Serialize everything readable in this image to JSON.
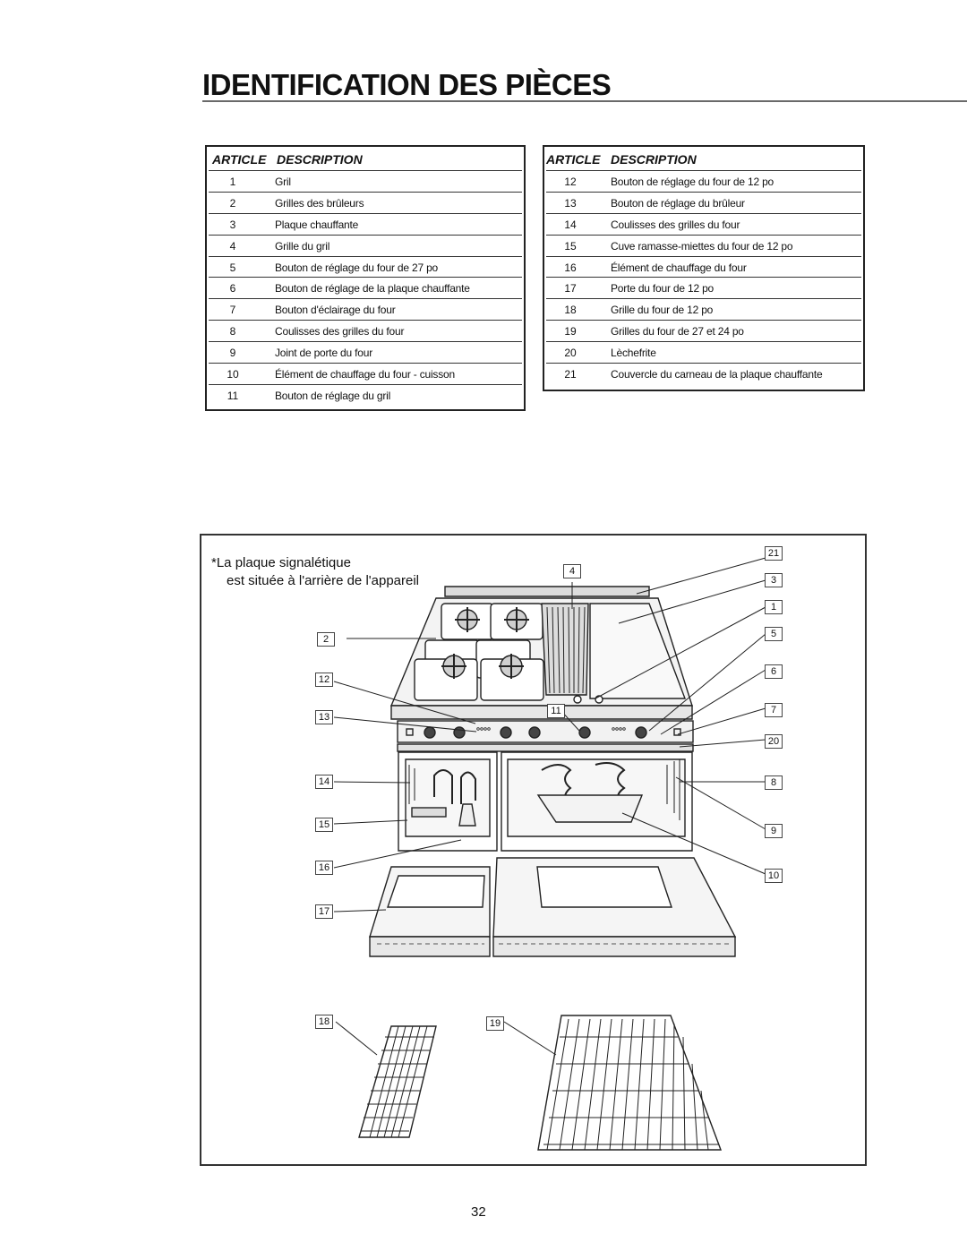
{
  "page": {
    "title": "IDENTIFICATION DES PIÈCES",
    "page_number": "32"
  },
  "tables": {
    "header_article": "ARTICLE",
    "header_description": "DESCRIPTION",
    "left": [
      {
        "num": "1",
        "desc": "Gril"
      },
      {
        "num": "2",
        "desc": "Grilles des brûleurs"
      },
      {
        "num": "3",
        "desc": "Plaque chauffante"
      },
      {
        "num": "4",
        "desc": "Grille  du gril"
      },
      {
        "num": "5",
        "desc": "Bouton de réglage du four de 27 po"
      },
      {
        "num": "6",
        "desc": "Bouton de réglage de la plaque chauffante"
      },
      {
        "num": "7",
        "desc": "Bouton d'éclairage du four"
      },
      {
        "num": "8",
        "desc": "Coulisses des grilles du four"
      },
      {
        "num": "9",
        "desc": "Joint de porte du four"
      },
      {
        "num": "10",
        "desc": "Élément de chauffage du four - cuisson"
      },
      {
        "num": "11",
        "desc": "Bouton de réglage du gril"
      }
    ],
    "right": [
      {
        "num": "12",
        "desc": "Bouton de réglage du four de 12 po"
      },
      {
        "num": "13",
        "desc": "Bouton de réglage du brûleur"
      },
      {
        "num": "14",
        "desc": "Coulisses des grilles du four"
      },
      {
        "num": "15",
        "desc": "Cuve ramasse-miettes du four de 12 po"
      },
      {
        "num": "16",
        "desc": "Élément de chauffage du four"
      },
      {
        "num": "17",
        "desc": "Porte du four de 12 po"
      },
      {
        "num": "18",
        "desc": "Grille du four de 12 po"
      },
      {
        "num": "19",
        "desc": "Grilles du four de 27 et 24 po"
      },
      {
        "num": "20",
        "desc": "Lèchefrite"
      },
      {
        "num": "21",
        "desc": "Couvercle du carneau de la plaque chauffante"
      }
    ]
  },
  "figure": {
    "note_line1": "*La plaque signalétique",
    "note_line2": "est située à l'arrière de l'appareil",
    "callouts": {
      "c1": "1",
      "c2": "2",
      "c3": "3",
      "c4": "4",
      "c5": "5",
      "c6": "6",
      "c7": "7",
      "c8": "8",
      "c9": "9",
      "c10": "10",
      "c11": "11",
      "c12": "12",
      "c13": "13",
      "c14": "14",
      "c15": "15",
      "c16": "16",
      "c17": "17",
      "c18": "18",
      "c19": "19",
      "c20": "20",
      "c21": "21"
    }
  }
}
